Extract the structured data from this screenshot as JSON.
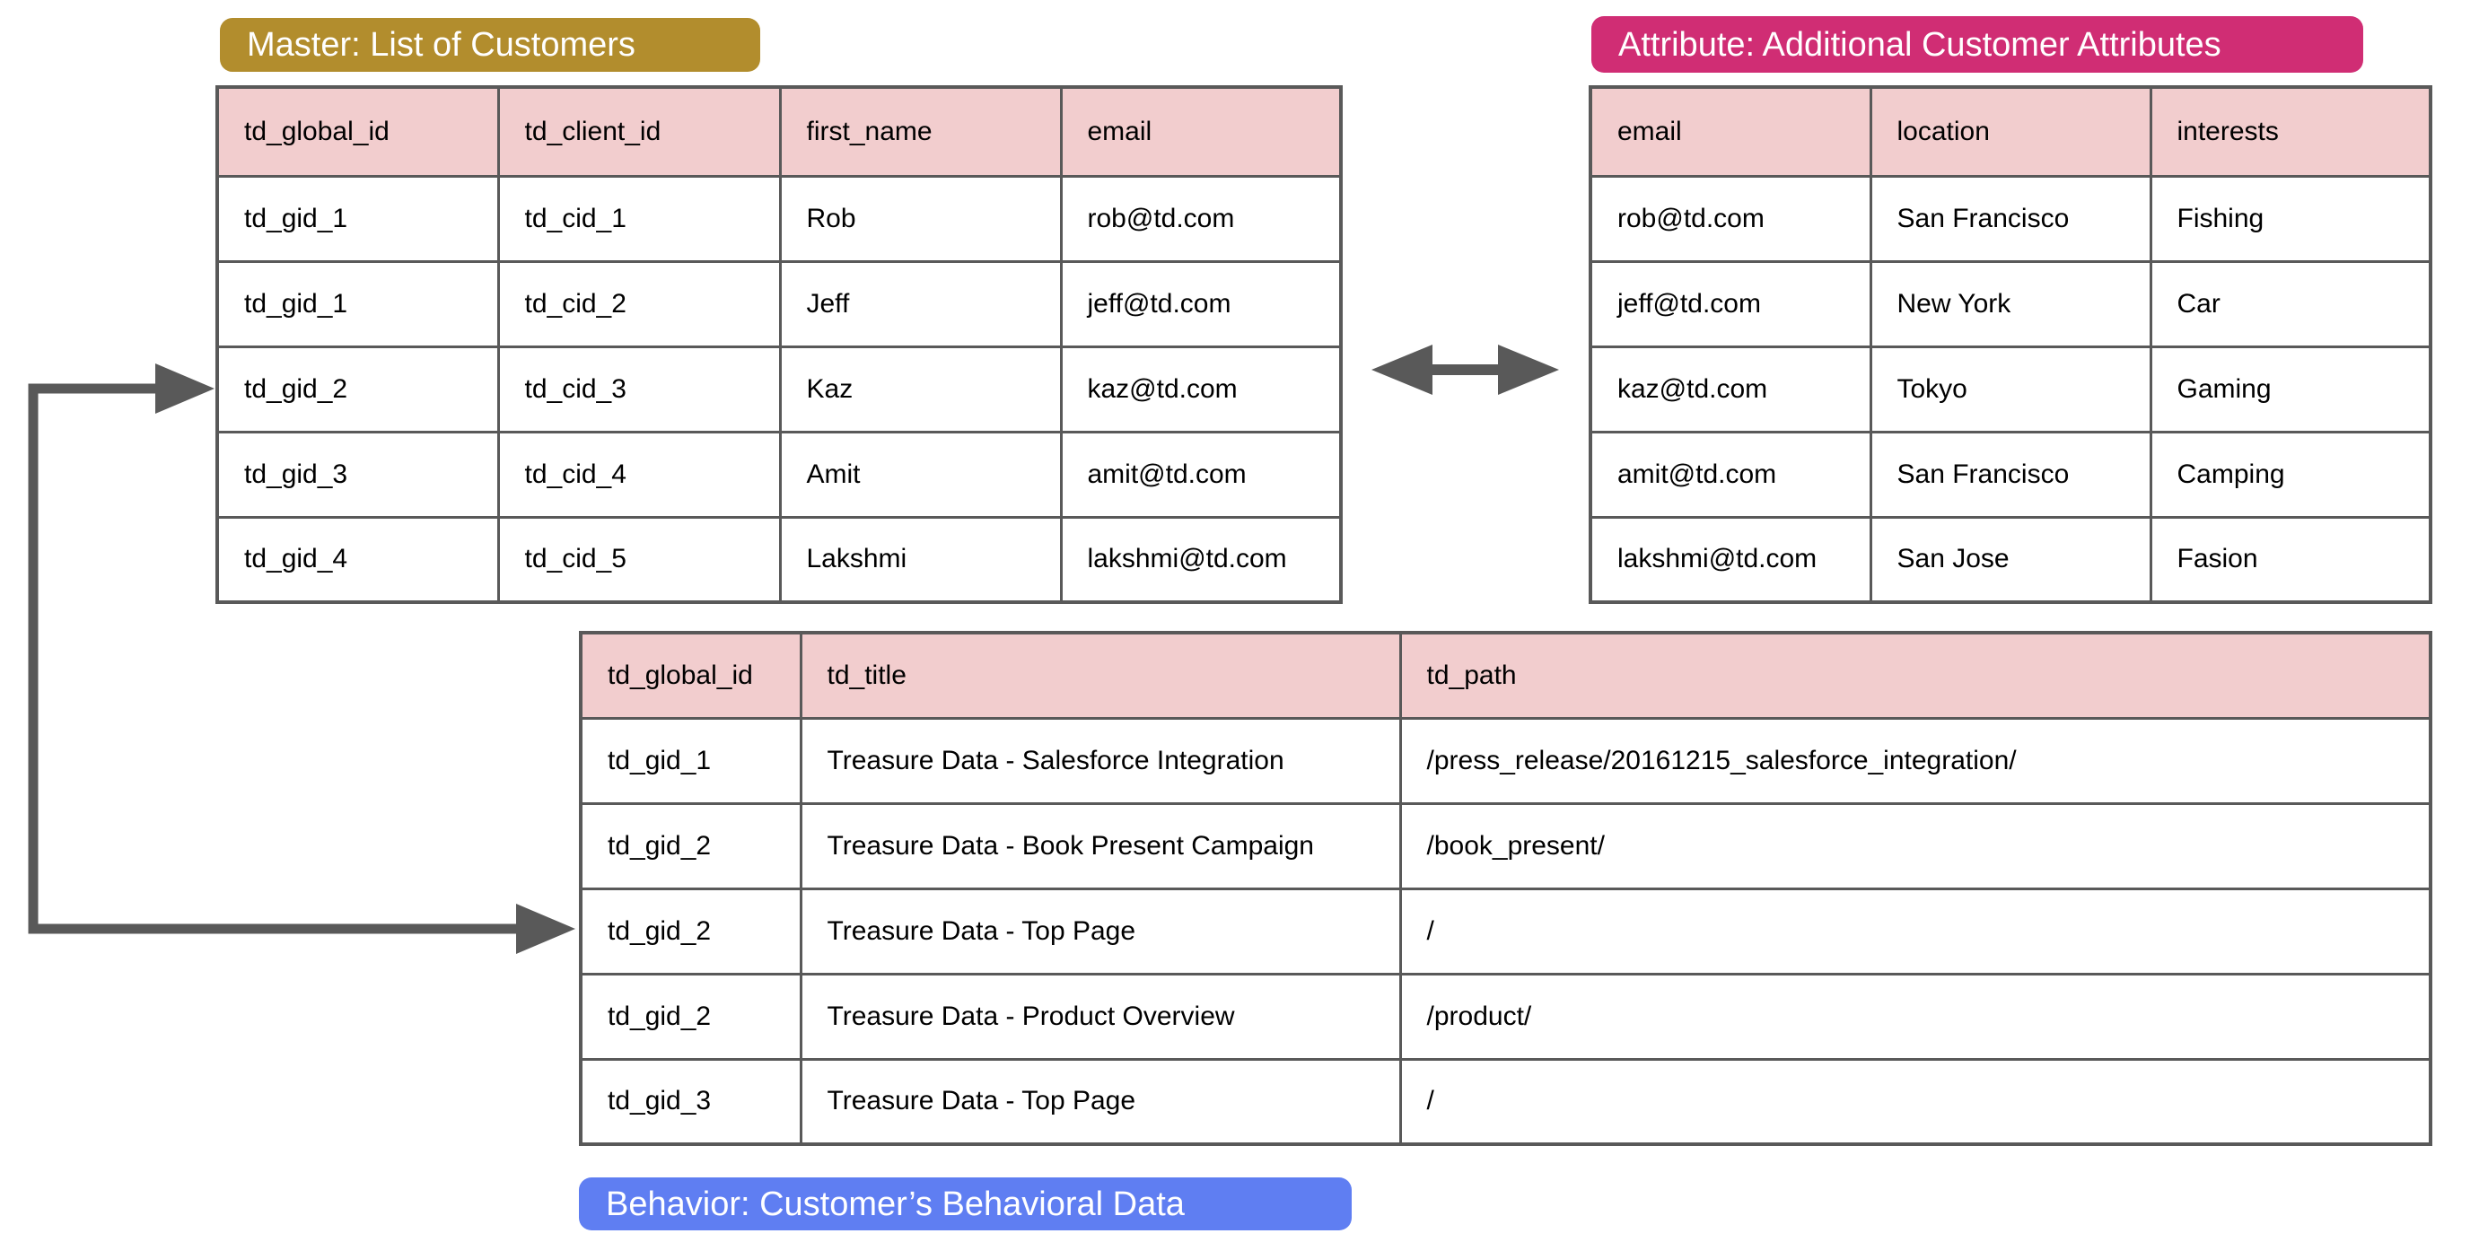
{
  "colors": {
    "master_label_bg": "#b28d2d",
    "attribute_label_bg": "#d02d74",
    "behavior_label_bg": "#5f7ef2",
    "table_header_bg": "#f2cdce",
    "table_border": "#595959",
    "arrow": "#595959"
  },
  "master": {
    "label": "Master: List of Customers",
    "columns": [
      "td_global_id",
      "td_client_id",
      "first_name",
      "email"
    ],
    "rows": [
      [
        "td_gid_1",
        "td_cid_1",
        "Rob",
        "rob@td.com"
      ],
      [
        "td_gid_1",
        "td_cid_2",
        "Jeff",
        "jeff@td.com"
      ],
      [
        "td_gid_2",
        "td_cid_3",
        "Kaz",
        "kaz@td.com"
      ],
      [
        "td_gid_3",
        "td_cid_4",
        "Amit",
        "amit@td.com"
      ],
      [
        "td_gid_4",
        "td_cid_5",
        "Lakshmi",
        "lakshmi@td.com"
      ]
    ]
  },
  "attribute": {
    "label": "Attribute: Additional Customer Attributes",
    "columns": [
      "email",
      "location",
      "interests"
    ],
    "rows": [
      [
        "rob@td.com",
        "San Francisco",
        "Fishing"
      ],
      [
        "jeff@td.com",
        "New York",
        "Car"
      ],
      [
        "kaz@td.com",
        "Tokyo",
        "Gaming"
      ],
      [
        "amit@td.com",
        "San Francisco",
        "Camping"
      ],
      [
        "lakshmi@td.com",
        "San Jose",
        "Fasion"
      ]
    ]
  },
  "behavior": {
    "label": "Behavior: Customer’s Behavioral Data",
    "columns": [
      "td_global_id",
      "td_title",
      "td_path"
    ],
    "rows": [
      [
        "td_gid_1",
        "Treasure Data - Salesforce Integration",
        "/press_release/20161215_salesforce_integration/"
      ],
      [
        "td_gid_2",
        "Treasure Data - Book Present Campaign",
        "/book_present/"
      ],
      [
        "td_gid_2",
        "Treasure Data - Top Page",
        "/"
      ],
      [
        "td_gid_2",
        "Treasure Data - Product Overview",
        "/product/"
      ],
      [
        "td_gid_3",
        "Treasure Data - Top Page",
        "/"
      ]
    ]
  }
}
